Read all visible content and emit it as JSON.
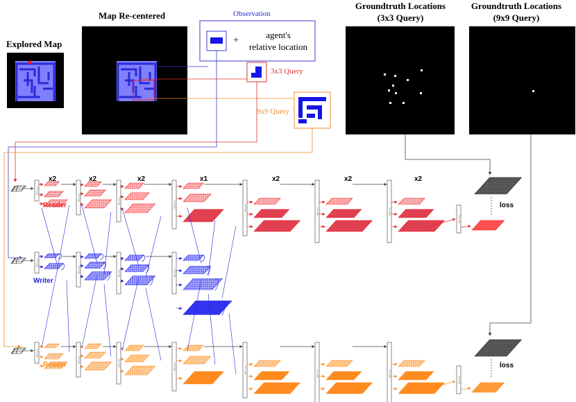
{
  "titles": {
    "explored_map": "Explored Map",
    "map_recentered": "Map Re-centered",
    "observation": "Observation",
    "agent_location_line1": "agent's",
    "agent_location_line2": "relative location",
    "plus": "+",
    "query_3x3": "3x3 Query",
    "query_9x9": "9x9 Query",
    "gt_3x3_line1": "Groundtruth Locations",
    "gt_3x3_line2": "(3x3 Query)",
    "gt_9x9_line1": "Groundtruth Locations",
    "gt_9x9_line2": "(9x9 Query)"
  },
  "rows": {
    "reader_top": "Reader",
    "writer": "Writer",
    "reader_bottom": "Reader"
  },
  "multipliers": [
    "x2",
    "x2",
    "x2",
    "x1",
    "x2",
    "x2",
    "x2"
  ],
  "loss_labels": [
    "loss",
    "loss"
  ],
  "conv_module_text": "MD-conv",
  "colors": {
    "reader_red": "#e8202a",
    "reader_red_light": "#ff6a6a",
    "writer_blue": "#2222e0",
    "writer_blue_light": "#6b6bff",
    "reader_orange": "#ff8a1e",
    "reader_orange_light": "#ffb366",
    "gt_dark": "#3a3a3a",
    "maze_bg": "#8080ff",
    "maze_wall": "#2a2ad6",
    "observation_blue": "#3a3ad0",
    "query3_red": "#e03030",
    "query9_orange": "#f08a24"
  }
}
